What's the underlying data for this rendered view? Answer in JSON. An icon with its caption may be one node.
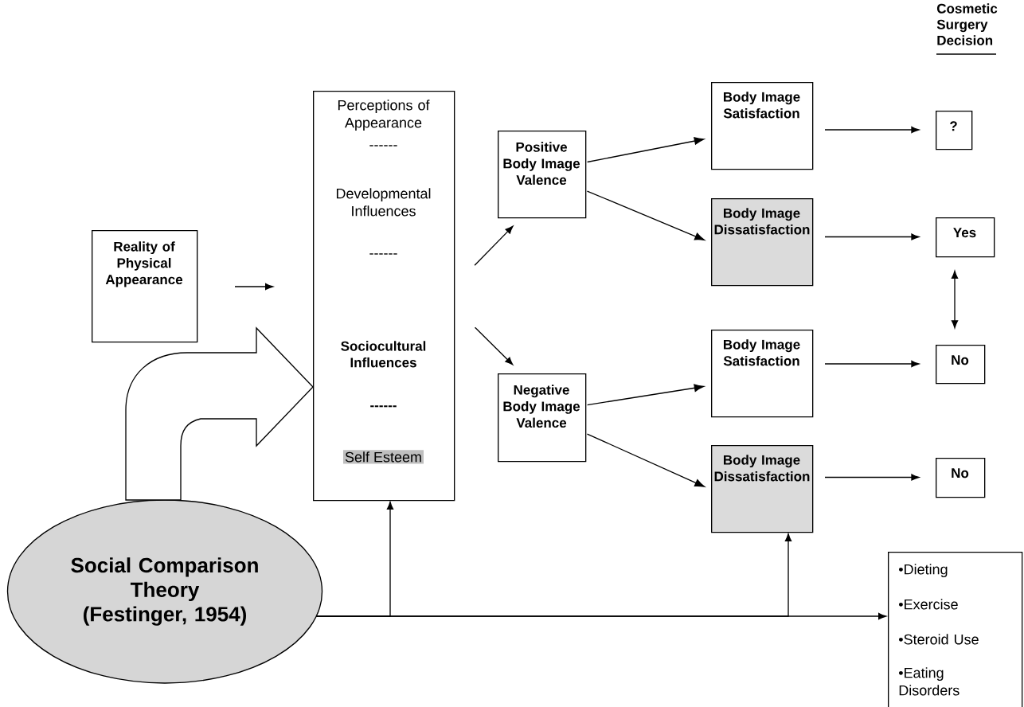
{
  "diagram": {
    "nodes": [
      {
        "text": [
          "Reality of Physical Appearance"
        ]
      },
      {
        "text": [
          "Perceptions of Appearance",
          "------",
          "Developmental Influences",
          "------",
          "Sociocultural Influences",
          "------",
          "Self Esteem"
        ]
      },
      {
        "text": [
          "Positive Body Image Valence"
        ]
      },
      {
        "text": [
          "Negative Body Image Valence"
        ]
      },
      {
        "text": [
          "Body Image Satisfaction"
        ]
      },
      {
        "text": [
          "Body Image Dissatisfaction"
        ]
      },
      {
        "text": [
          "Body Image Satisfaction"
        ]
      },
      {
        "text": [
          "Body Image Dissatisfaction"
        ]
      },
      {
        "text": [
          "?"
        ]
      },
      {
        "text": [
          "Yes"
        ]
      },
      {
        "text": [
          "No"
        ]
      },
      {
        "text": [
          "No"
        ]
      },
      {
        "text": [
          "Social Comparison Theory (Festinger, 1954)"
        ]
      },
      {
        "text": [
          "•Dieting",
          "•Exercise",
          "•Steroid Use",
          "•Eating Disorders"
        ]
      }
    ],
    "edges": [
      {
        "from": 0,
        "to": 1,
        "arrow": "to"
      },
      {
        "from": 12,
        "to": 1,
        "arrow": "to",
        "style": "thick"
      },
      {
        "from": 1,
        "to": 2,
        "arrow": "to"
      },
      {
        "from": 1,
        "to": 3,
        "arrow": "to"
      },
      {
        "from": 2,
        "to": 4,
        "arrow": "to"
      },
      {
        "from": 2,
        "to": 5,
        "arrow": "to"
      },
      {
        "from": 3,
        "to": 6,
        "arrow": "to"
      },
      {
        "from": 3,
        "to": 7,
        "arrow": "to"
      },
      {
        "from": 4,
        "to": 8,
        "arrow": "to"
      },
      {
        "from": 5,
        "to": 9,
        "arrow": "to"
      },
      {
        "from": 6,
        "to": 10,
        "arrow": "to"
      },
      {
        "from": 7,
        "to": 11,
        "arrow": "to"
      },
      {
        "from": 9,
        "to": 10,
        "arrow": "both"
      },
      {
        "from": 12,
        "to": 1,
        "arrow": "to"
      },
      {
        "from": 12,
        "to": 7,
        "arrow": "to"
      },
      {
        "from": 12,
        "to": 13,
        "arrow": "to"
      }
    ],
    "labels": [
      "Cosmetic Surgery Decision"
    ]
  }
}
